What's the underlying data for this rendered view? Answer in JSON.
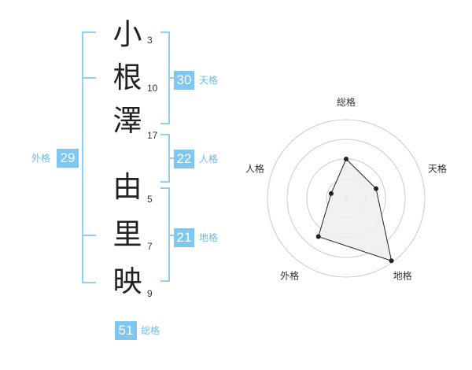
{
  "name": {
    "characters": [
      {
        "char": "小",
        "strokes": "3"
      },
      {
        "char": "根",
        "strokes": "10"
      },
      {
        "char": "澤",
        "strokes": "17"
      },
      {
        "char": "由",
        "strokes": "5"
      },
      {
        "char": "里",
        "strokes": "7"
      },
      {
        "char": "映",
        "strokes": "9"
      }
    ]
  },
  "scores": {
    "tenkaku": {
      "value": "30",
      "label": "天格"
    },
    "jinkaku": {
      "value": "22",
      "label": "人格"
    },
    "chikaku": {
      "value": "21",
      "label": "地格"
    },
    "gaikaku": {
      "value": "29",
      "label": "外格"
    },
    "soukaku": {
      "value": "51",
      "label": "総格"
    }
  },
  "chart_data": {
    "type": "radar",
    "axes": [
      "総格",
      "天格",
      "地格",
      "外格",
      "人格"
    ],
    "values": [
      0.5,
      0.4,
      0.98,
      0.6,
      0.2
    ],
    "rings": 4,
    "colors": {
      "fill": "#efefef",
      "stroke": "#222222",
      "grid": "#cccccc",
      "center": "#cccccc"
    }
  },
  "colors": {
    "accent": "#7fc7f1",
    "bracket": "#8dcff5"
  }
}
